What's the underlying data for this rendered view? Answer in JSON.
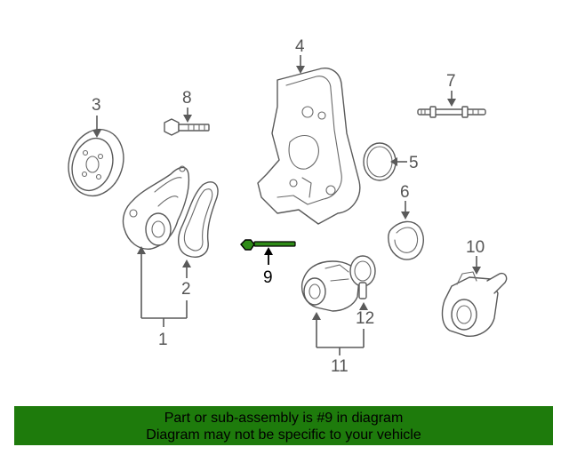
{
  "callouts": {
    "c1": "1",
    "c2": "2",
    "c3": "3",
    "c4": "4",
    "c5": "5",
    "c6": "6",
    "c7": "7",
    "c8": "8",
    "c9": "9",
    "c10": "10",
    "c11": "11",
    "c12": "12"
  },
  "banner": {
    "line1": "Part or sub-assembly is #9 in diagram",
    "line2": "Diagram may not be specific to your vehicle"
  },
  "colors": {
    "banner_bg": "#1e7b0c",
    "highlight_part": "#2f8c18",
    "line_art": "#5a5a5a"
  }
}
